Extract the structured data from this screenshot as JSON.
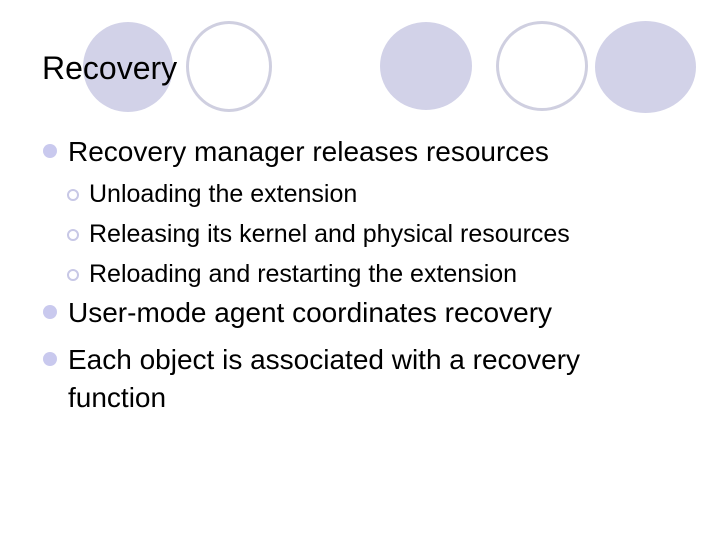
{
  "slide": {
    "title": "Recovery",
    "bullets": [
      {
        "level": 1,
        "text": "Recovery manager releases resources"
      },
      {
        "level": 2,
        "text": "Unloading the extension"
      },
      {
        "level": 2,
        "text": "Releasing its kernel and physical resources"
      },
      {
        "level": 2,
        "text": "Reloading and restarting the extension"
      },
      {
        "level": 1,
        "text": "User-mode agent coordinates recovery"
      },
      {
        "level": 1,
        "text": "Each object is associated with a recovery function"
      }
    ],
    "decoration": {
      "circles": [
        "filled",
        "outline",
        "filled",
        "outline",
        "filled"
      ]
    },
    "colors": {
      "background": "#ffffff",
      "text": "#000000",
      "circle_fill": "#d2d2e8",
      "circle_outline": "#cfcfe0",
      "bullet_level1_fill": "#c9c9ee",
      "bullet_level2_outline": "#c8c8e6"
    }
  }
}
